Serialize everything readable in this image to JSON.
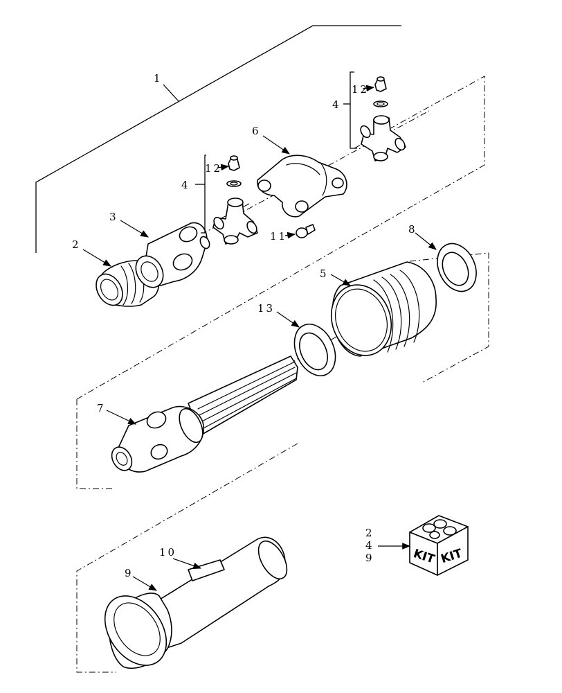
{
  "diagram": {
    "callouts": {
      "c1": "1",
      "c2": "2",
      "c3": "3",
      "c4_left": "4",
      "c4_right": "4",
      "c5": "5",
      "c6": "6",
      "c7": "7",
      "c8": "8",
      "c9": "9",
      "c10": "10",
      "c11": "11",
      "c12_left": "12",
      "c12_right": "12",
      "c13": "13"
    },
    "kit": {
      "label_left": "KIT",
      "label_right": "KIT",
      "refs": [
        "2",
        "4",
        "9"
      ]
    }
  }
}
